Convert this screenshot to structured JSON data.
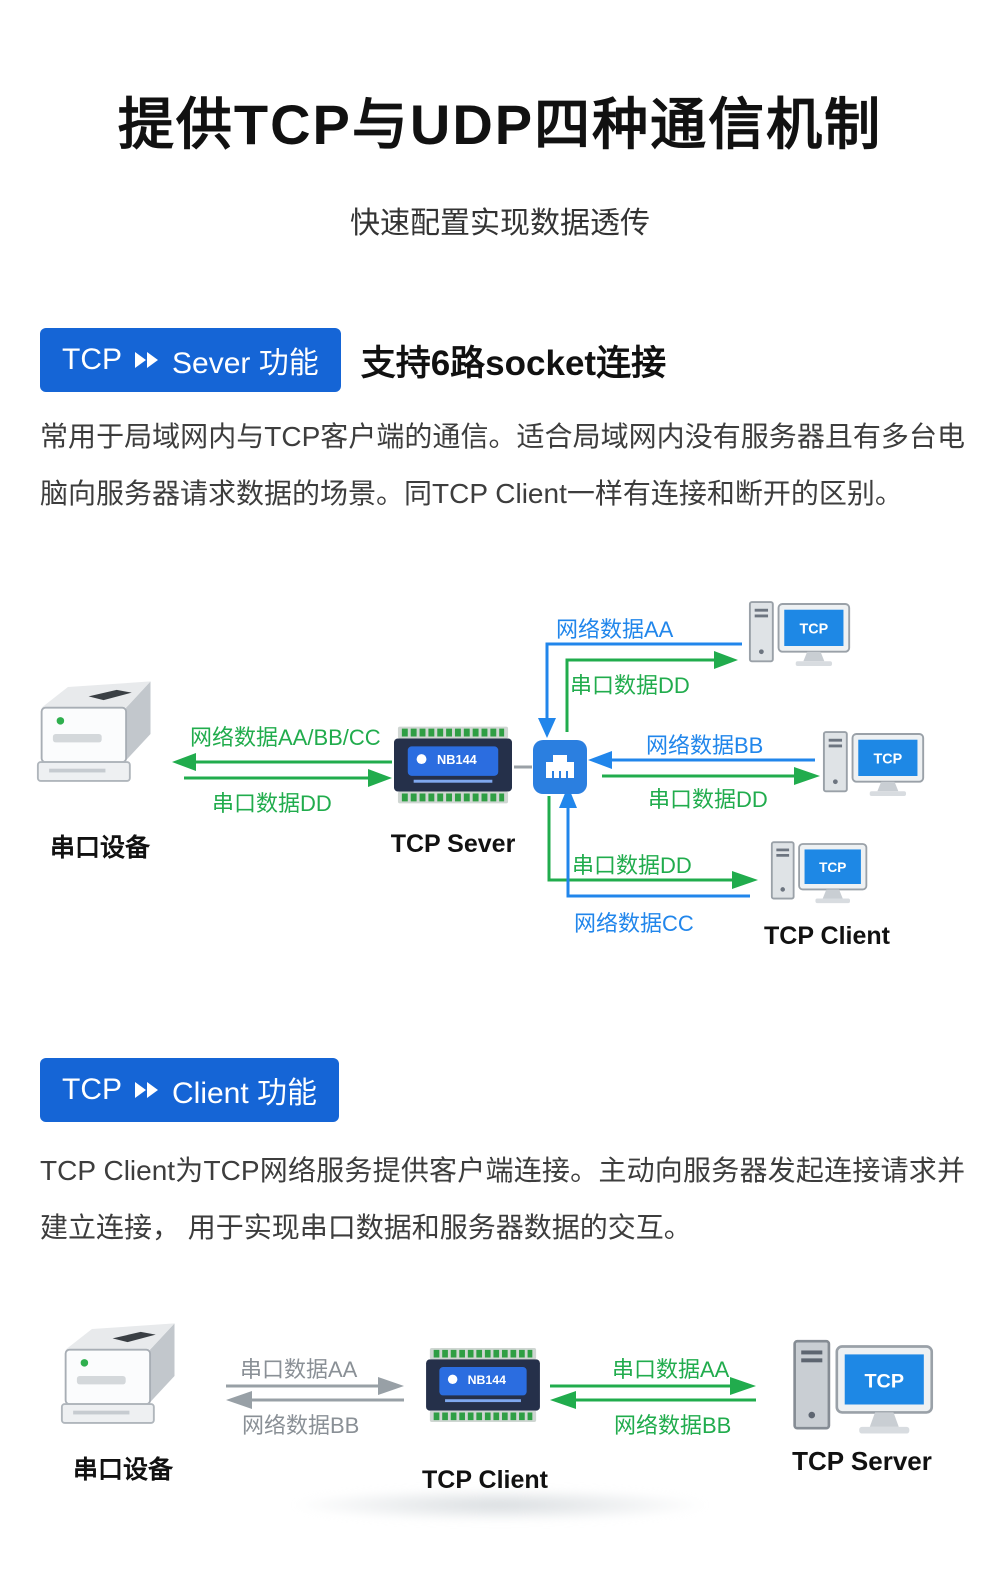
{
  "page": {
    "title": "提供TCP与UDP四种通信机制",
    "subtitle": "快速配置实现数据透传"
  },
  "colors": {
    "badge_blue": "#1565d6",
    "arrow_blue": "#2186eb",
    "arrow_green": "#21ac4d",
    "arrow_gray": "#98a0a6",
    "screen_blue": "#1e88e5"
  },
  "labels": {
    "screen": "TCP"
  },
  "device": {
    "model": "NB144"
  },
  "section_server": {
    "badge_prefix": "TCP",
    "badge_suffix": "Sever 功能",
    "heading": "支持6路socket连接",
    "paragraph": "常用于局域网内与TCP客户端的通信。适合局域网内没有服务器且有多台电脑向服务器请求数据的场景。同TCP Client一样有连接和断开的区别。",
    "diagram": {
      "serial_device": "串口设备",
      "server": "TCP Sever",
      "client": "TCP Client",
      "net_to_serial": "网络数据AA/BB/CC",
      "serial_dd_left": "串口数据DD",
      "net_aa": "网络数据AA",
      "serial_dd_top": "串口数据DD",
      "net_bb": "网络数据BB",
      "serial_dd_mid": "串口数据DD",
      "serial_dd_bottom": "串口数据DD",
      "net_cc": "网络数据CC"
    }
  },
  "section_client": {
    "badge_prefix": "TCP",
    "badge_suffix": "Client 功能",
    "paragraph": "TCP Client为TCP网络服务提供客户端连接。主动向服务器发起连接请求并建立连接， 用于实现串口数据和服务器数据的交互。",
    "diagram": {
      "serial_device": "串口设备",
      "client": "TCP Client",
      "server": "TCP Server",
      "serial_aa_left": "串口数据AA",
      "net_bb_left": "网络数据BB",
      "serial_aa_right": "串口数据AA",
      "net_bb_right": "网络数据BB"
    }
  }
}
